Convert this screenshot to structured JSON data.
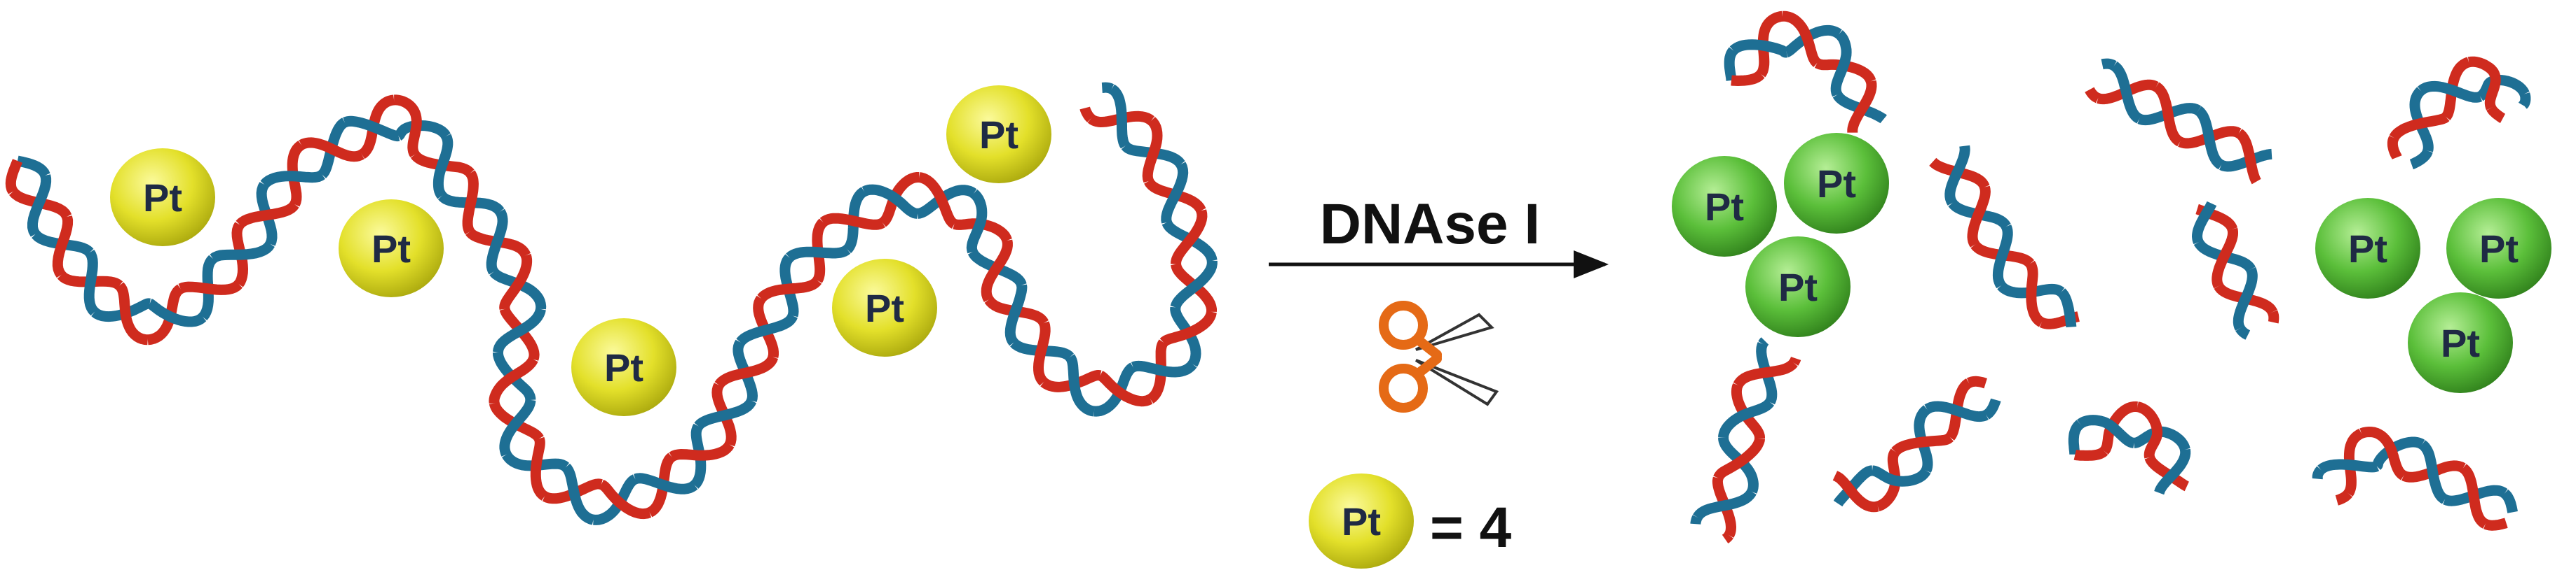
{
  "reaction": {
    "reagent_label": "DNAse I",
    "legend_value": "= 4"
  },
  "particles": {
    "label": "Pt"
  },
  "colors": {
    "strand_red": "#cf2b1e",
    "strand_blue": "#1e6f94",
    "pt_yellow": "#e3e02a",
    "pt_green": "#5bbf3a",
    "scissors_orange": "#e56a16",
    "arrow": "#111111"
  }
}
